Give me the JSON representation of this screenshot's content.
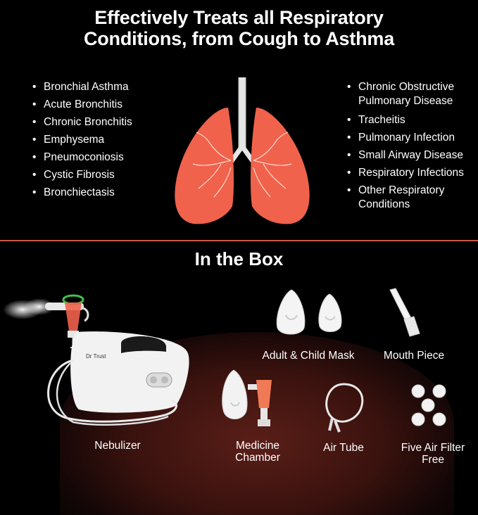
{
  "header": {
    "title_line1": "Effectively Treats all Respiratory",
    "title_line2": "Conditions, from Cough to Asthma"
  },
  "conditions_left": [
    "Bronchial Asthma",
    "Acute Bronchitis",
    "Chronic Bronchitis",
    "Emphysema",
    "Pneumoconiosis",
    "Cystic Fibrosis",
    "Bronchiectasis"
  ],
  "conditions_right": [
    {
      "line1": "Chronic Obstructive",
      "line2": "Pulmonary Disease"
    },
    {
      "line1": "Tracheitis",
      "line2": ""
    },
    {
      "line1": "Pulmonary Infection",
      "line2": ""
    },
    {
      "line1": "Small Airway Disease",
      "line2": ""
    },
    {
      "line1": "Respiratory Infections",
      "line2": ""
    },
    {
      "line1": "Other Respiratory",
      "line2": "Conditions"
    }
  ],
  "box": {
    "title": "In the Box",
    "brand": "Dr Trust",
    "items": {
      "nebulizer": "Nebulizer",
      "mask": "Adult & Child Mask",
      "mouthpiece": "Mouth Piece",
      "medicine_line1": "Medicine",
      "medicine_line2": "Chamber",
      "tube": "Air Tube",
      "filter_line1": "Five Air Filter",
      "filter_line2": "Free"
    }
  },
  "colors": {
    "background": "#000000",
    "lung": "#f0624c",
    "divider": "#c9594a",
    "glow": "#5a1e18"
  }
}
